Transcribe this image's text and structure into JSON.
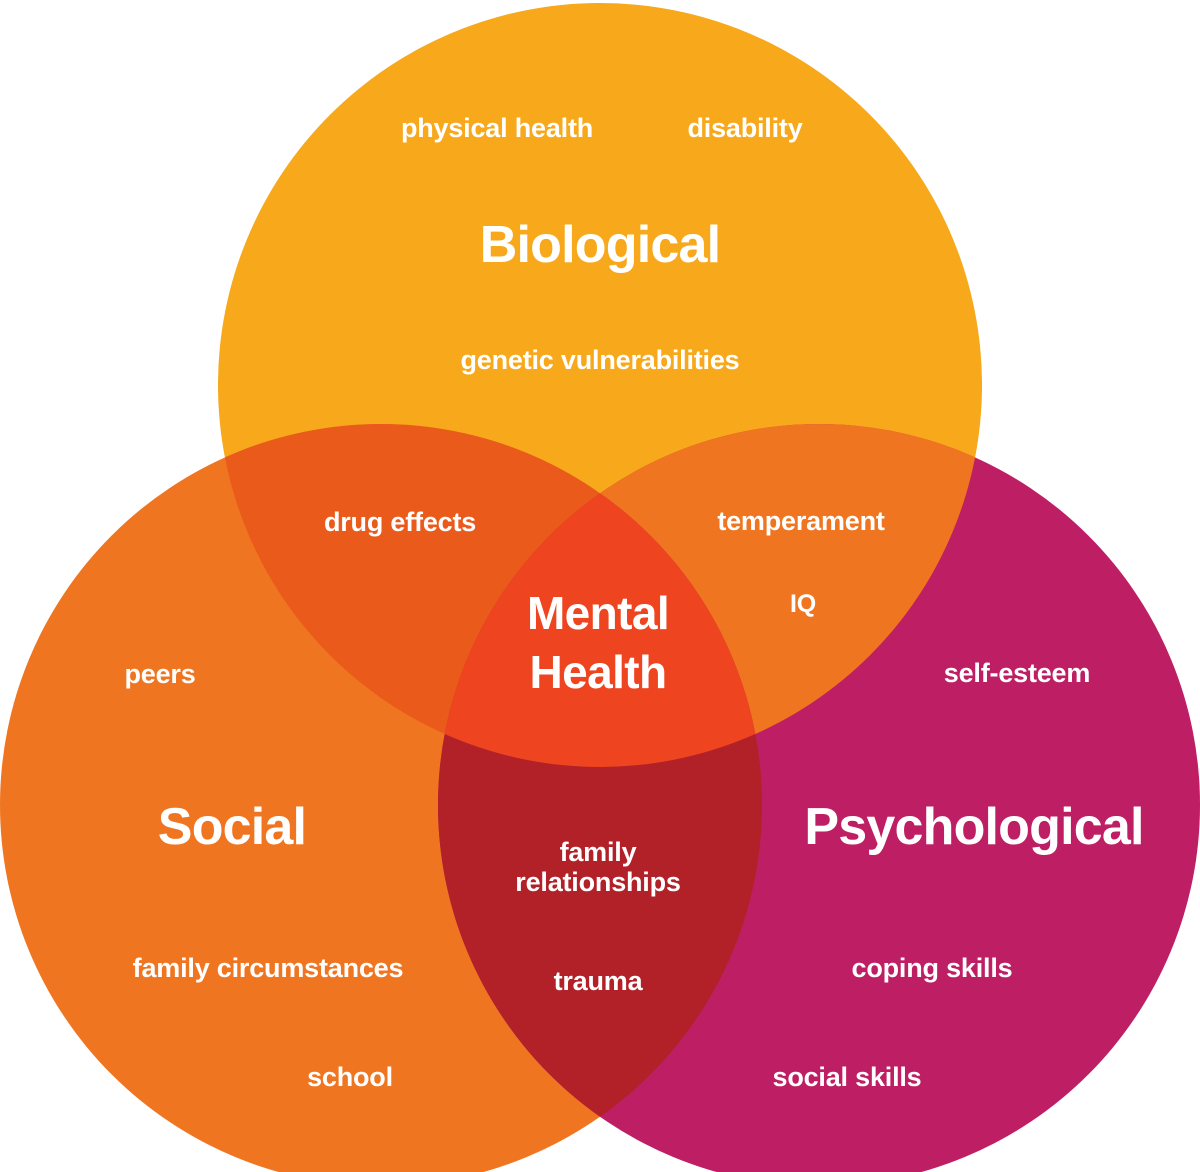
{
  "diagram": {
    "type": "venn",
    "set_count": 3,
    "background_color": "#ffffff",
    "text_color": "#ffffff",
    "center_label": "Mental\nHealth",
    "circles": [
      {
        "id": "biological",
        "title": "Biological",
        "color": "#F7A81B",
        "position": "top",
        "items": [
          "physical health",
          "disability",
          "genetic vulnerabilities"
        ]
      },
      {
        "id": "social",
        "title": "Social",
        "color": "#F07520",
        "position": "bottom-left",
        "items": [
          "peers",
          "family circumstances",
          "school"
        ]
      },
      {
        "id": "psychological",
        "title": "Psychological",
        "color": "#BE1E63",
        "position": "bottom-right",
        "items": [
          "self-esteem",
          "coping skills",
          "social skills"
        ]
      }
    ],
    "intersections": [
      {
        "id": "bio-social",
        "sets": [
          "biological",
          "social"
        ],
        "color": "#EA5B1B",
        "items": [
          "drug effects"
        ]
      },
      {
        "id": "bio-psych",
        "sets": [
          "biological",
          "psychological"
        ],
        "color": "#F07520",
        "items": [
          "temperament",
          "IQ"
        ]
      },
      {
        "id": "social-psych",
        "sets": [
          "social",
          "psychological"
        ],
        "color": "#B22028",
        "items": [
          "family relationships",
          "trauma"
        ]
      },
      {
        "id": "center",
        "sets": [
          "biological",
          "social",
          "psychological"
        ],
        "color": "#EE4520",
        "items": [
          "Mental Health"
        ]
      }
    ],
    "labels": {
      "biological_title": "Biological",
      "social_title": "Social",
      "psychological_title": "Psychological",
      "mental_health": "Mental\nHealth",
      "physical_health": "physical health",
      "disability": "disability",
      "genetic_vulnerabilities": "genetic vulnerabilities",
      "peers": "peers",
      "family_circumstances": "family circumstances",
      "school": "school",
      "self_esteem": "self-esteem",
      "coping_skills": "coping skills",
      "social_skills": "social skills",
      "drug_effects": "drug effects",
      "temperament": "temperament",
      "iq": "IQ",
      "family_relationships": "family\nrelationships",
      "trauma": "trauma"
    }
  }
}
